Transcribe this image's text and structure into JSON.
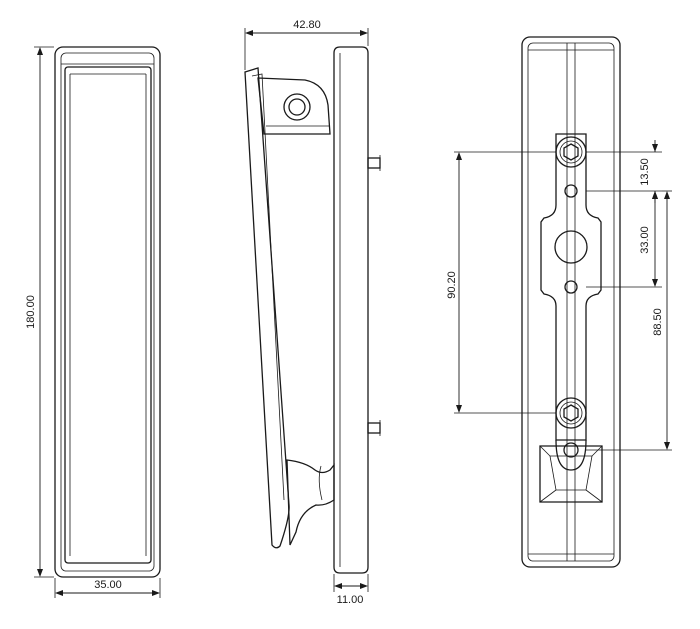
{
  "dimensions": {
    "overall_height": "180.00",
    "front_width": "35.00",
    "side_depth": "42.80",
    "side_base_depth": "11.00",
    "hole_spacing": "90.20",
    "top_offset": "13.50",
    "slot_spacing": "33.00",
    "lower_offset": "88.50"
  }
}
